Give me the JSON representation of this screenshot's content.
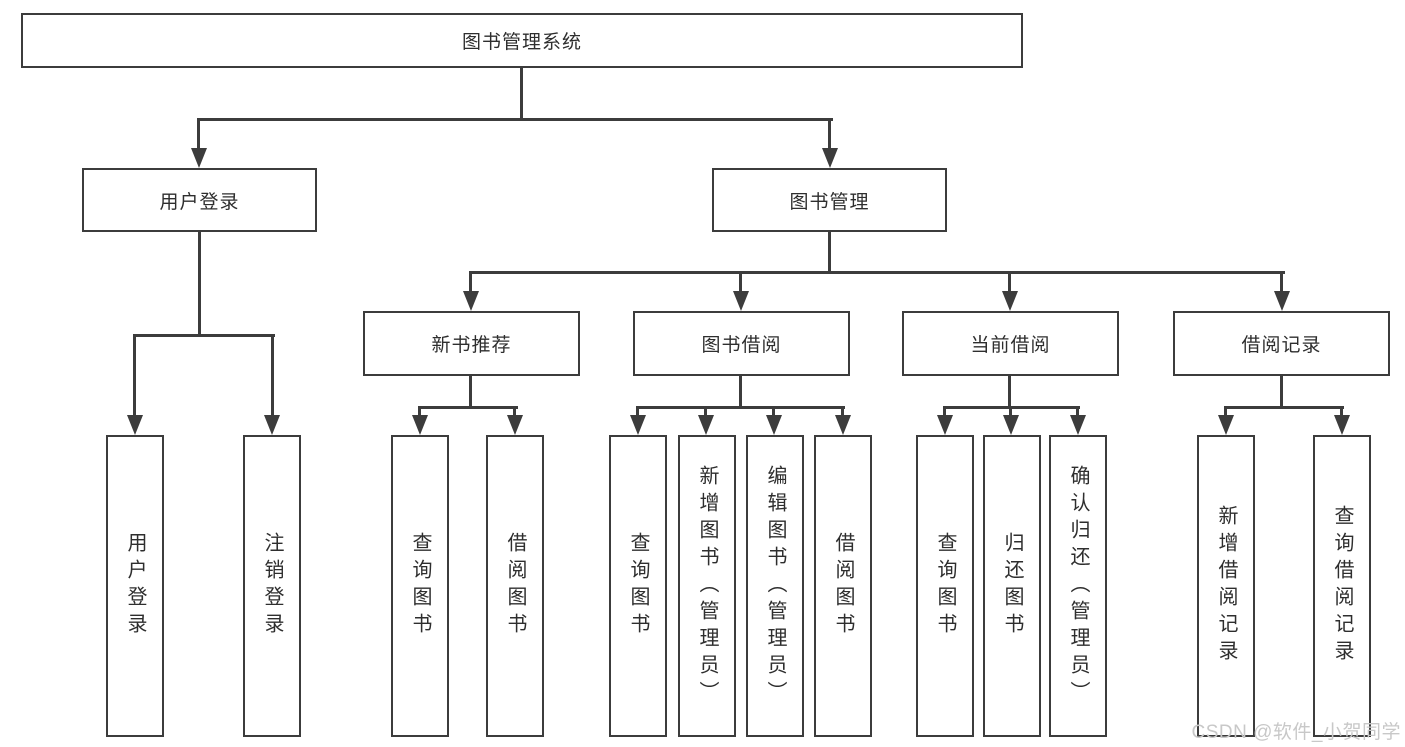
{
  "diagram_type": "hierarchy-tree",
  "tree": {
    "root": {
      "label": "图书管理系统",
      "children": [
        {
          "label": "用户登录",
          "children": [
            {
              "label": "用户登录"
            },
            {
              "label": "注销登录"
            }
          ]
        },
        {
          "label": "图书管理",
          "children": [
            {
              "label": "新书推荐",
              "children": [
                {
                  "label": "查询图书"
                },
                {
                  "label": "借阅图书"
                }
              ]
            },
            {
              "label": "图书借阅",
              "children": [
                {
                  "label": "查询图书"
                },
                {
                  "label": "新增图书（管理员）"
                },
                {
                  "label": "编辑图书（管理员）"
                },
                {
                  "label": "借阅图书"
                }
              ]
            },
            {
              "label": "当前借阅",
              "children": [
                {
                  "label": "查询图书"
                },
                {
                  "label": "归还图书"
                },
                {
                  "label": "确认归还（管理员）"
                }
              ]
            },
            {
              "label": "借阅记录",
              "children": [
                {
                  "label": "新增借阅记录"
                },
                {
                  "label": "查询借阅记录"
                }
              ]
            }
          ]
        }
      ]
    }
  },
  "watermark": "CSDN @软件_小贺同学",
  "colors": {
    "line": "#3c3c3c",
    "box_border": "#3c3c3c",
    "text": "#2e2e2e",
    "background": "#ffffff",
    "watermark": "#c8c8c8"
  }
}
